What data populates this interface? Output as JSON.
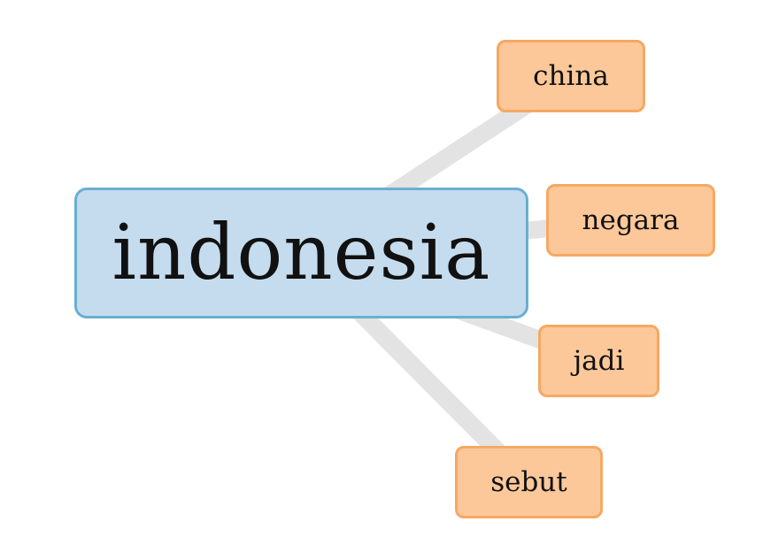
{
  "center_word": "indonesia",
  "related_words": [
    "china",
    "negara",
    "jadi",
    "sebut"
  ],
  "colors": {
    "center_fill": "#c5dcee",
    "center_border": "#6aaed2",
    "leaf_fill": "#fcc89a",
    "leaf_border": "#f6a862",
    "edge": "#e3e3e3"
  }
}
